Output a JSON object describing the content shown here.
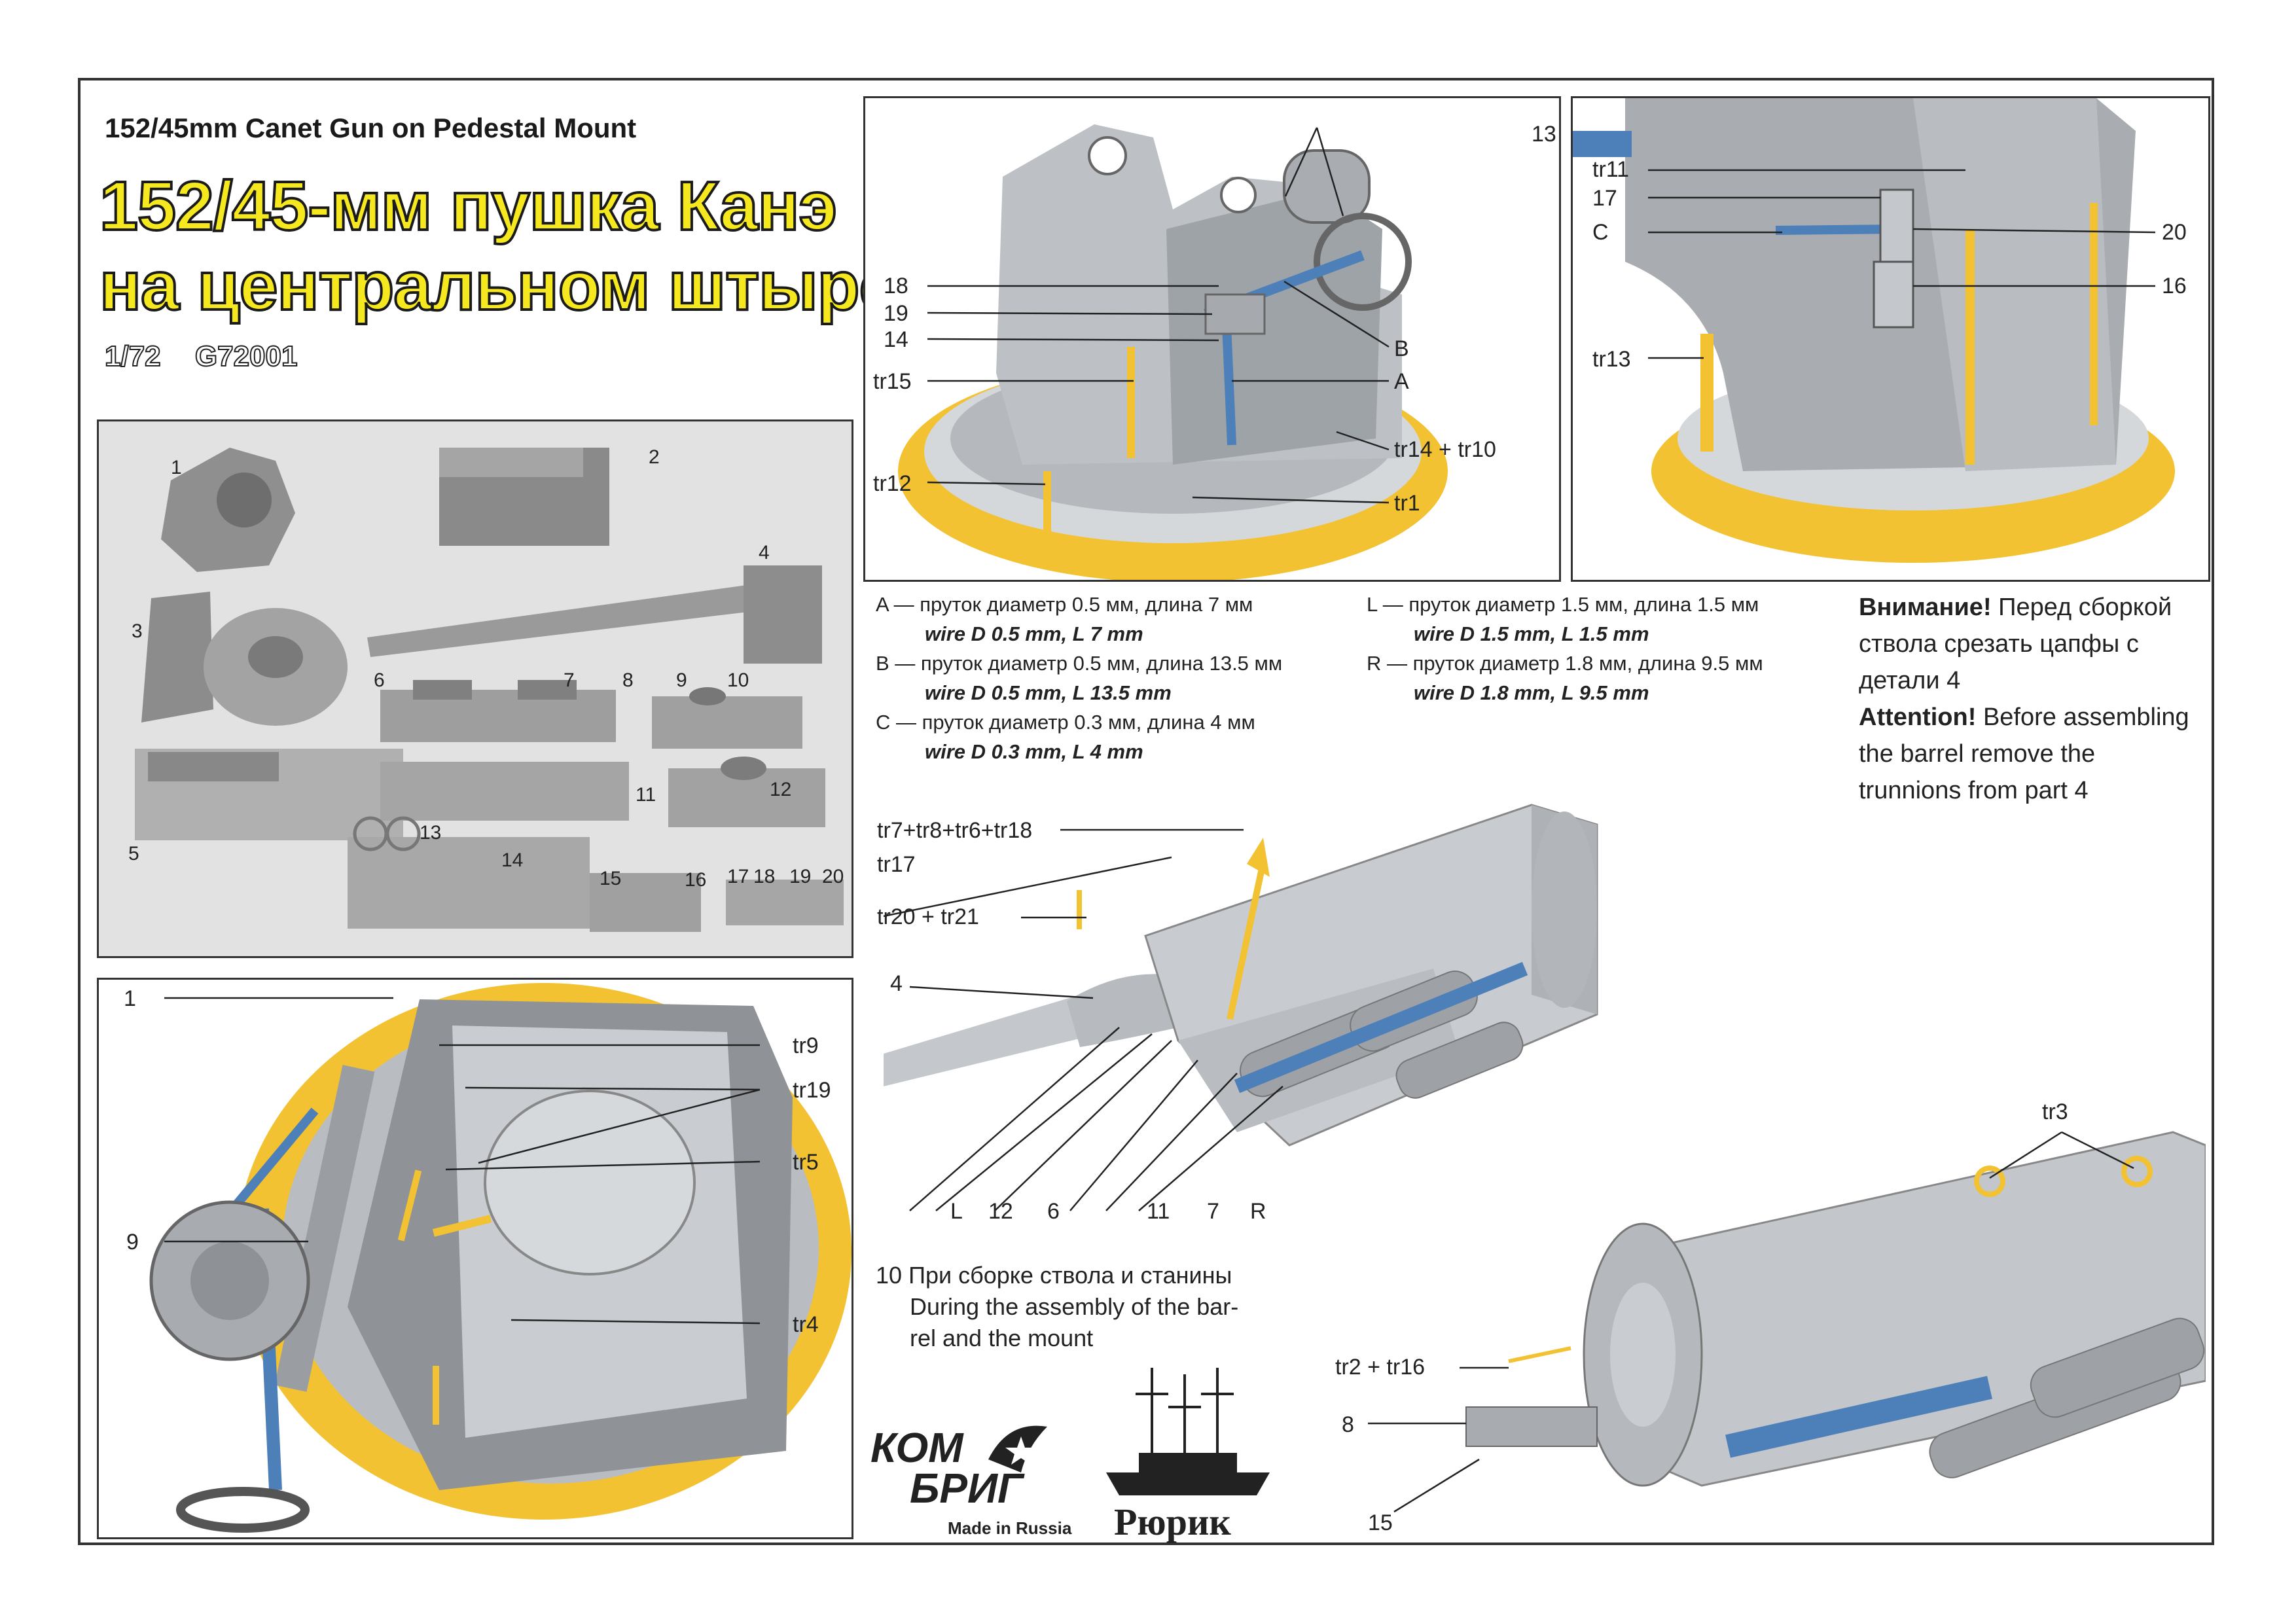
{
  "header": {
    "subtitle_en": "152/45mm Canet Gun on Pedestal Mount",
    "title_ru_line1": "152/45-мм пушка Канэ",
    "title_ru_line2": "на центральном штыре",
    "scale": "1/72",
    "code": "G72001"
  },
  "photo_parts": [
    "1",
    "2",
    "3",
    "4",
    "5",
    "6",
    "7",
    "8",
    "9",
    "10",
    "11",
    "12",
    "13",
    "14",
    "15",
    "16",
    "17",
    "18",
    "19",
    "20"
  ],
  "top_diagram": {
    "labels_left": [
      "18",
      "19",
      "14",
      "tr15",
      "tr12"
    ],
    "labels_right": [
      "13",
      "B",
      "A",
      "tr14 + tr10",
      "tr1"
    ]
  },
  "right_diagram": {
    "labels_left": [
      "tr11",
      "17",
      "C",
      "tr13"
    ],
    "labels_right": [
      "20",
      "16"
    ]
  },
  "bottom_left_diagram": {
    "labels_left": [
      "1",
      "9"
    ],
    "labels_right": [
      "tr9",
      "tr19",
      "tr5",
      "tr4"
    ]
  },
  "wires": {
    "A_ru": "A — пруток диаметр 0.5 мм, длина 7 мм",
    "A_en": "wire D 0.5 mm, L 7 mm",
    "B_ru": "B — пруток диаметр 0.5 мм, длина 13.5 мм",
    "B_en": "wire D 0.5 mm, L 13.5 mm",
    "C_ru": "C — пруток диаметр 0.3 мм, длина 4 мм",
    "C_en": "wire D 0.3 mm, L 4 mm",
    "L_ru": "L — пруток диаметр 1.5 мм, длина 1.5 мм",
    "L_en": "wire D 1.5 mm, L 1.5 mm",
    "R_ru": "R — пруток диаметр 1.8 мм, длина 9.5 мм",
    "R_en": "wire D 1.8 mm, L 9.5 mm"
  },
  "note": {
    "ru_bold": "Внимание!",
    "ru_text": " Перед сборкой ствола срезать цапфы с детали 4",
    "en_bold": "Attention!",
    "en_text": " Before assembling the barrel remove the trunnions from part 4"
  },
  "barrel_diagram": {
    "labels_left": [
      "tr7+tr8+tr6+tr18",
      "tr17",
      "tr20 + tr21",
      "4"
    ],
    "labels_bottom": [
      "L",
      "12",
      "6",
      "11",
      "7",
      "R"
    ]
  },
  "step": {
    "number": "10",
    "ru": "При сборке ствола и станины",
    "en_line1": "During the assembly of the bar-",
    "en_line2": "rel and the mount"
  },
  "breech_diagram": {
    "labels": [
      "tr3",
      "tr2 + tr16",
      "8",
      "15"
    ]
  },
  "logos": {
    "kombrig_line1": "КОМ",
    "kombrig_line2": "БРИГ",
    "made_in": "Made in Russia",
    "ship_name": "Рюрик"
  },
  "colors": {
    "yellow": "#f6e81e",
    "ring": "#f2c232",
    "metal": "#c8ccd0",
    "blue": "#4d7fb8"
  }
}
